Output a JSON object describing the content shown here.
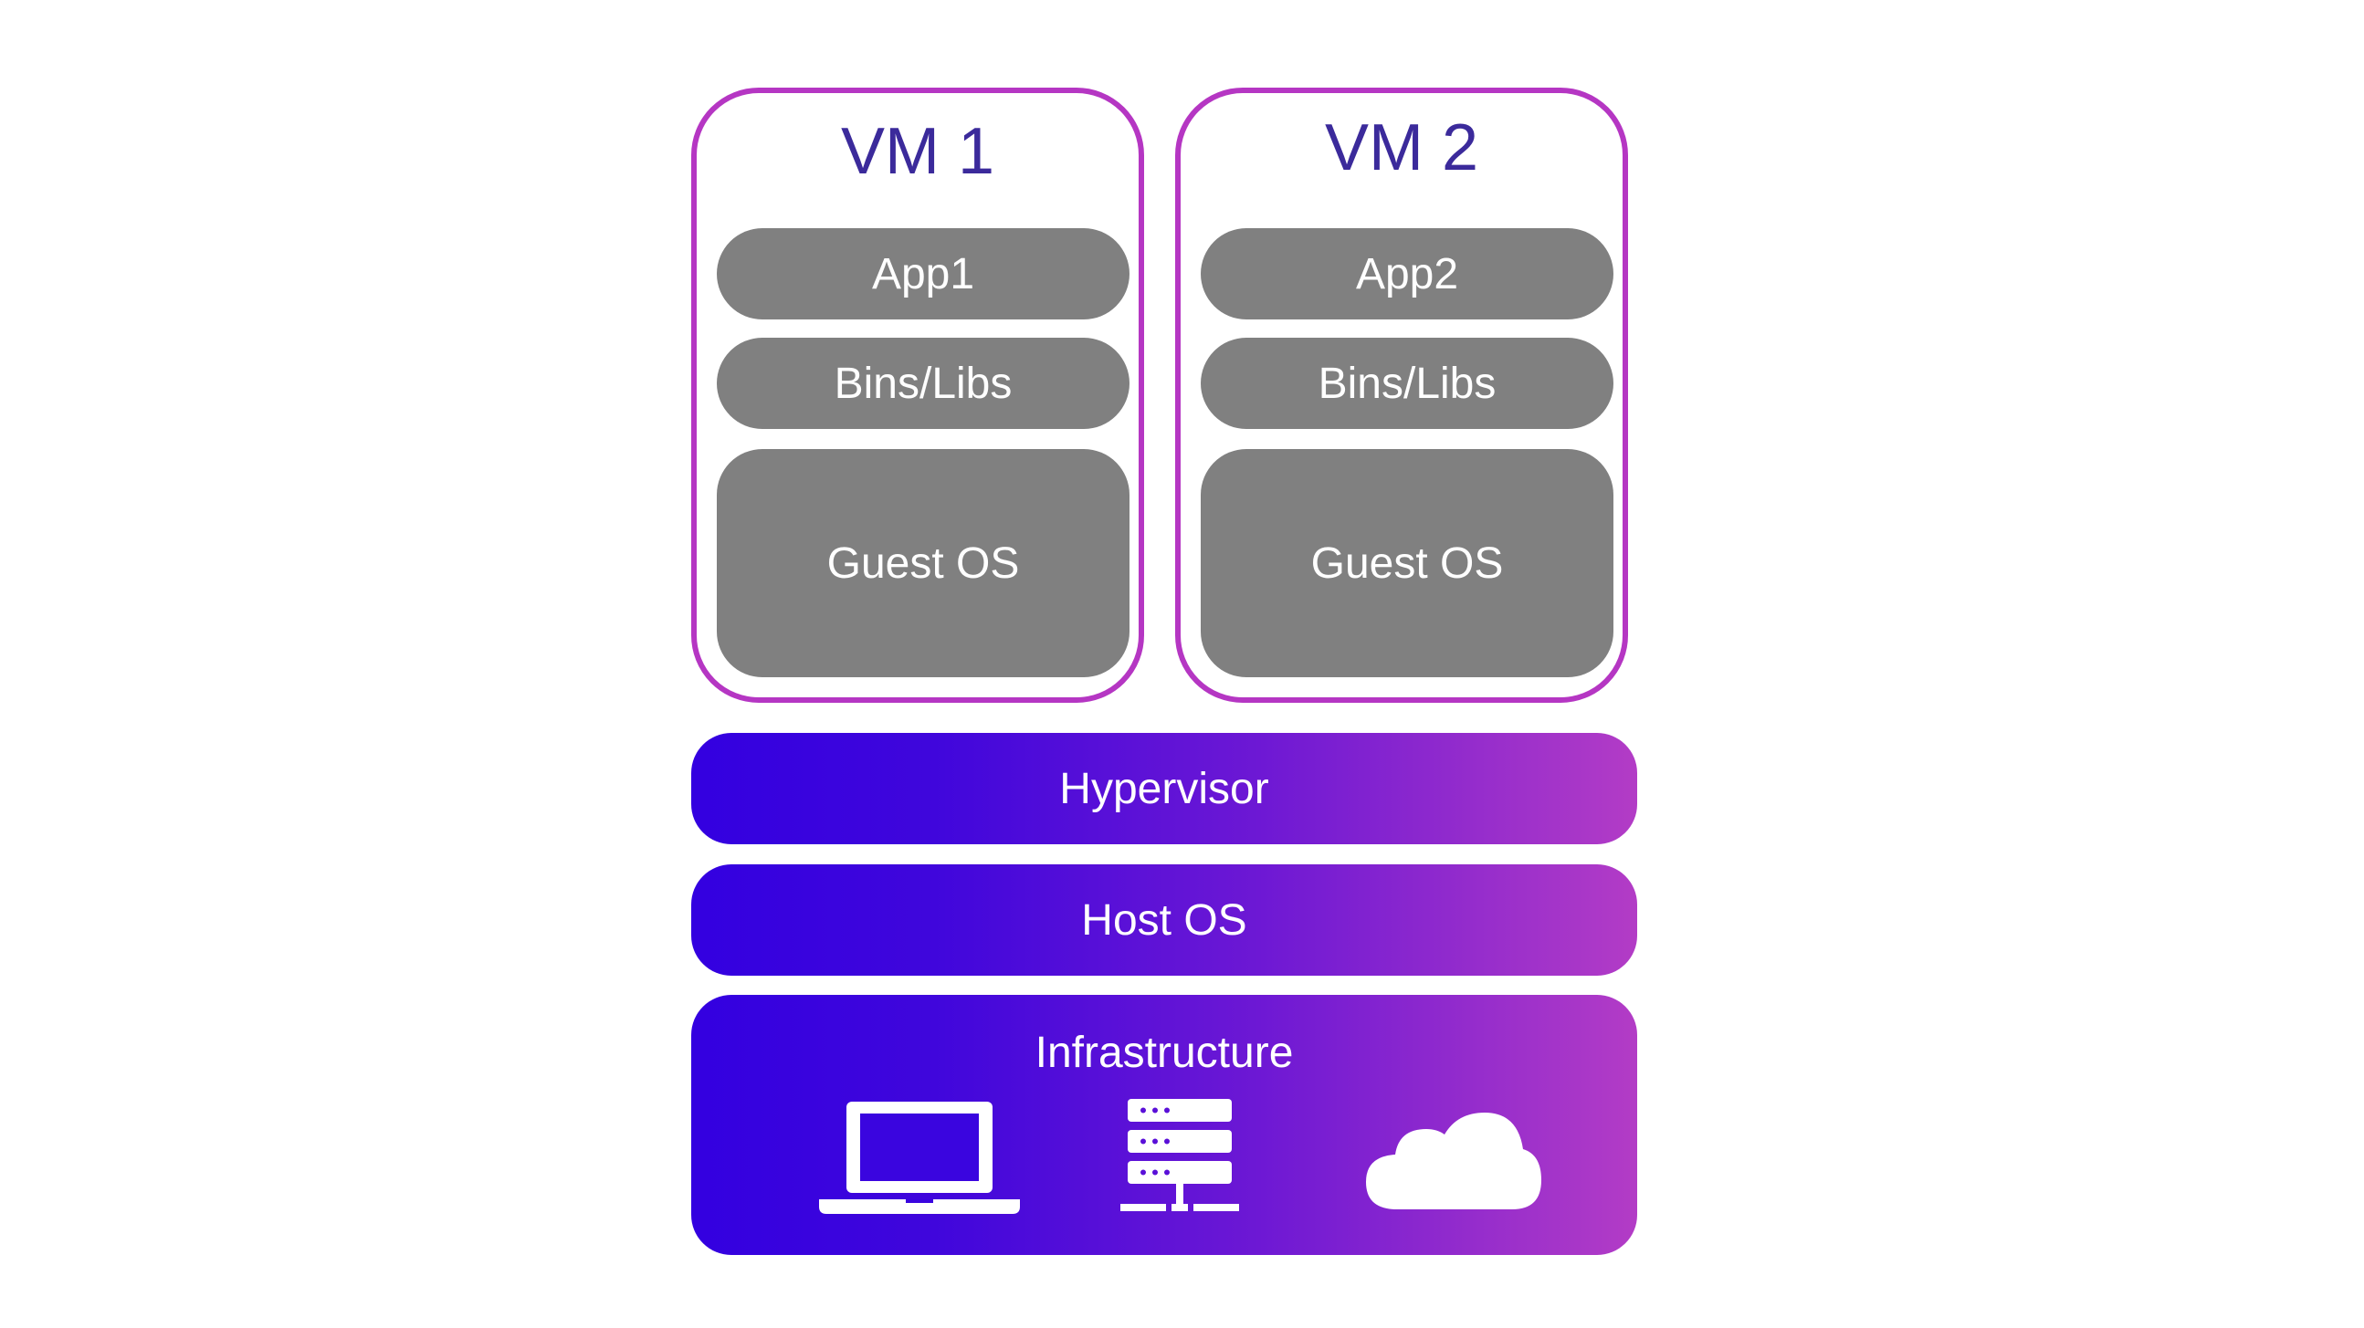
{
  "vms": [
    {
      "title": "VM 1",
      "app": "App1",
      "libs": "Bins/Libs",
      "os": "Guest OS"
    },
    {
      "title": "VM 2",
      "app": "App2",
      "libs": "Bins/Libs",
      "os": "Guest OS"
    }
  ],
  "hypervisor": {
    "label": "Hypervisor"
  },
  "host_os": {
    "label": "Host OS"
  },
  "infrastructure": {
    "label": "Infrastructure",
    "icons": [
      "laptop-icon",
      "server-icon",
      "cloud-icon"
    ]
  },
  "colors": {
    "vm_border": "#b536c3",
    "vm_title": "#3b2a9b",
    "layer_gray": "#808080",
    "gradient_start": "#3300e0",
    "gradient_end": "#b33cc6",
    "text_light": "#ffffff"
  }
}
